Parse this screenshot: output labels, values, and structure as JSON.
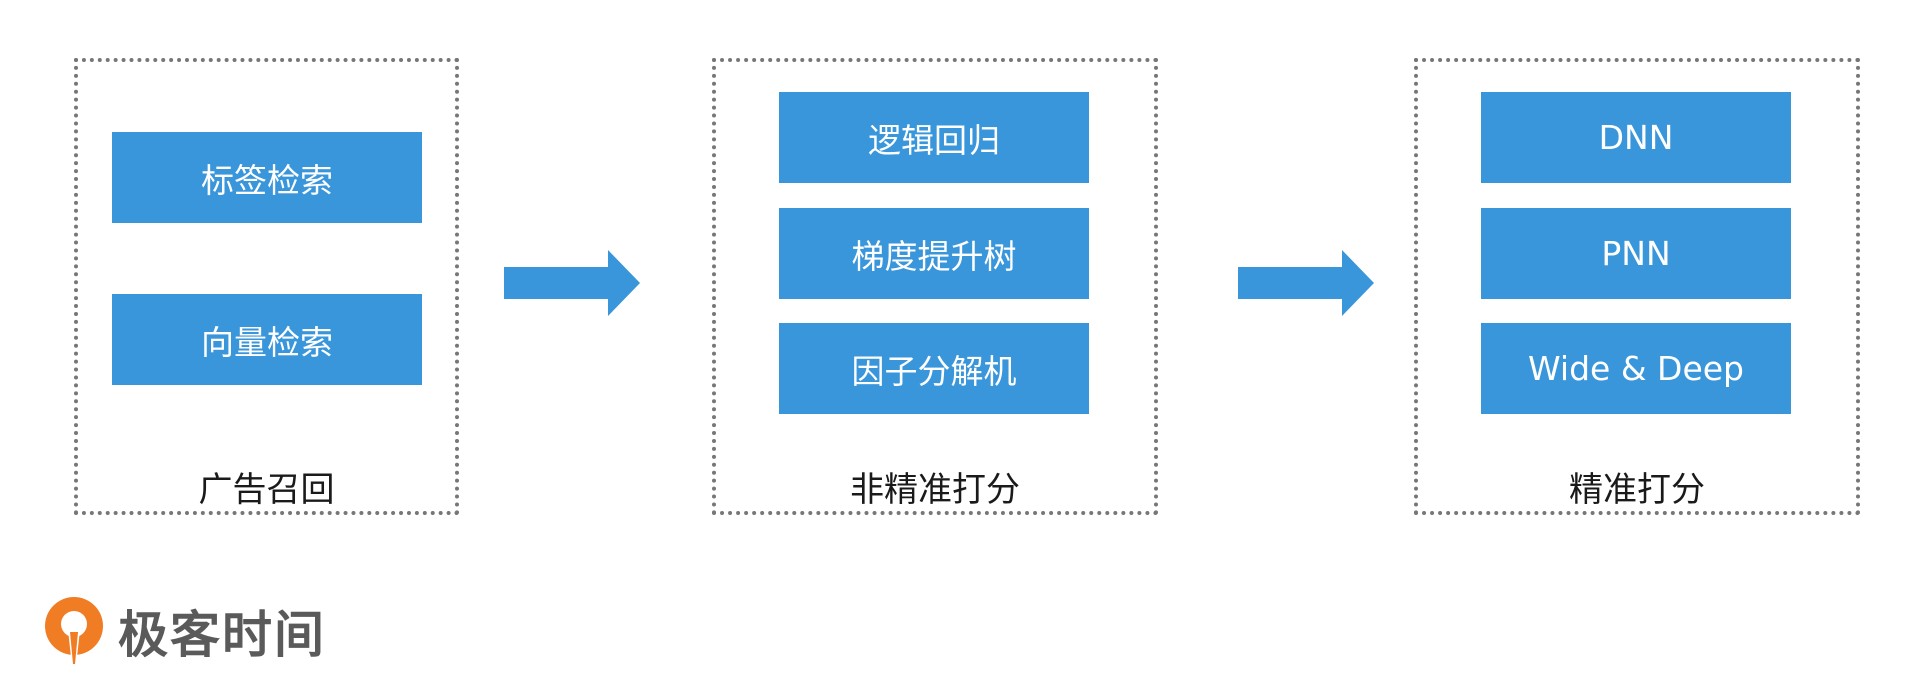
{
  "stages": [
    {
      "title": "广告召回",
      "items": [
        "标签检索",
        "向量检索"
      ]
    },
    {
      "title": "非精准打分",
      "items": [
        "逻辑回归",
        "梯度提升树",
        "因子分解机"
      ]
    },
    {
      "title": "精准打分",
      "items": [
        "DNN",
        "PNN",
        "Wide & Deep"
      ]
    }
  ],
  "logo": {
    "text": "极客时间"
  },
  "colors": {
    "box": "#3a96db",
    "arrow": "#3a96db",
    "border": "#777777",
    "logo_accent": "#f07d24"
  }
}
